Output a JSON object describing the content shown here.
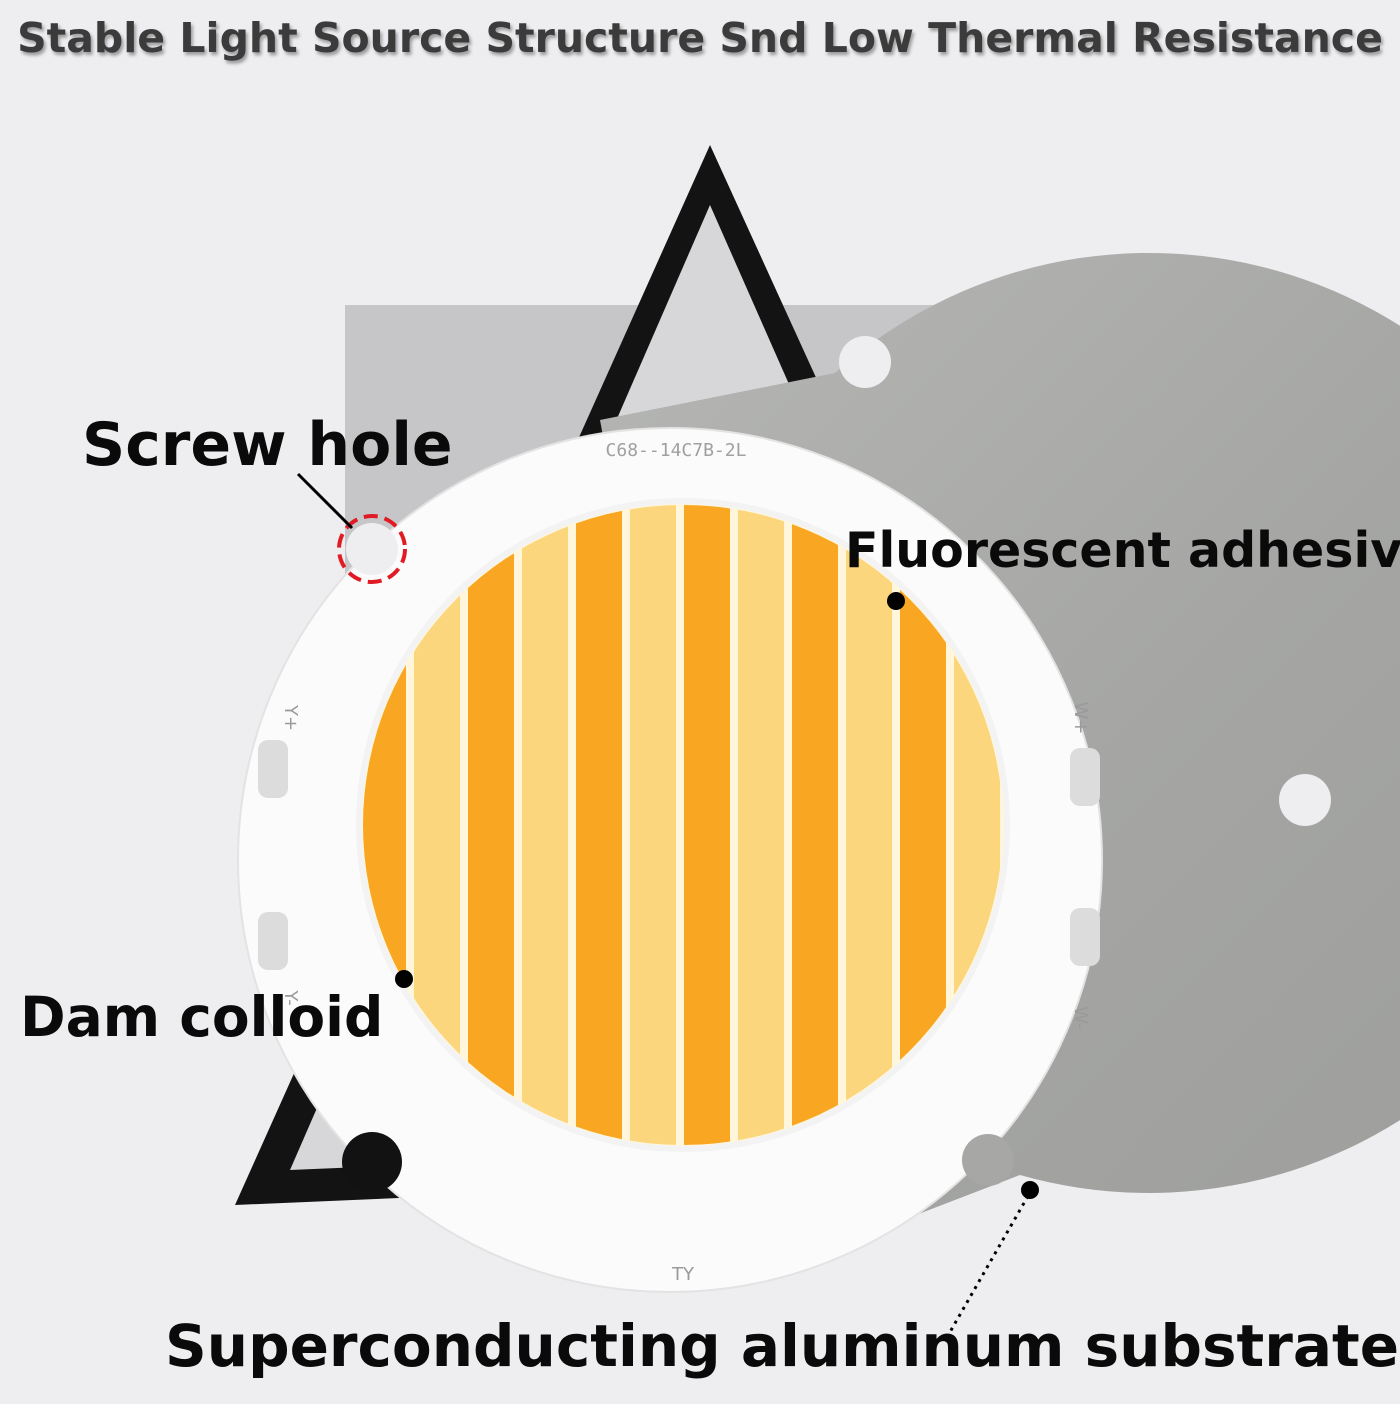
{
  "title": "Stable Light Source Structure Snd Low Thermal Resistance",
  "labels": {
    "screw_hole": "Screw hole",
    "fluorescent_adhesive": "Fluorescent adhesiv",
    "dam_colloid": "Dam colloid",
    "aluminum_substrate": "Superconducting aluminum substrate"
  },
  "board_markings": {
    "part_number": "C68--14C7B-2L",
    "y_plus": "Y+",
    "w_plus": "W+",
    "y_minus": "Y-",
    "w_minus": "W-",
    "maker": "TY"
  },
  "colors": {
    "background": "#eeedf0",
    "board": "#fbfbfb",
    "substrate": "#a9aaa8",
    "phosphor_warm": "#f9a623",
    "phosphor_cool": "#fbd67d",
    "triangle": "#111111",
    "highlight_ring": "#e01b24"
  },
  "stripe_pattern": [
    "warm",
    "cool",
    "warm",
    "cool",
    "warm",
    "cool",
    "warm",
    "cool",
    "warm",
    "cool",
    "warm",
    "cool"
  ]
}
